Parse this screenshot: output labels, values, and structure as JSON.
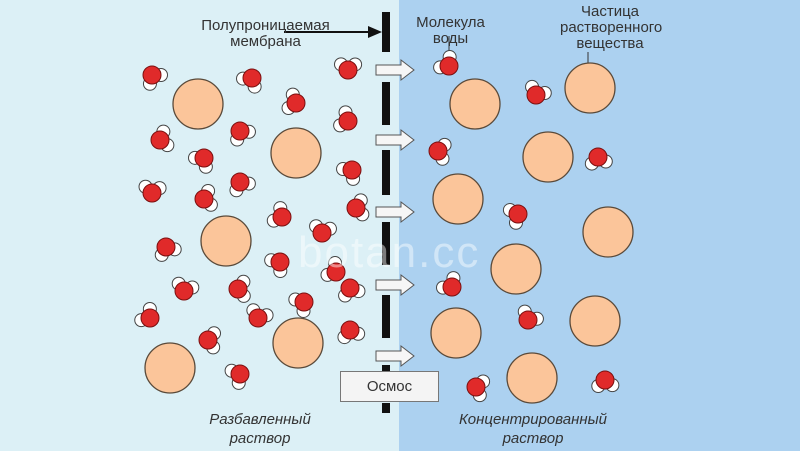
{
  "labels": {
    "membrane": "Полупроницаемая мембрана",
    "water_molecule": "Молекула воды",
    "solute_particle": "Частица растворенного вещества",
    "dilute_solution": "Разбавленный раствор",
    "concentrated_solution": "Концентрированный раствор",
    "osmosis": "Осмос"
  },
  "watermark": "botan.cc",
  "colors": {
    "dilute_bg": "#dcf0f6",
    "concentrated_bg": "#acd1f0",
    "solute": "#fbc59a",
    "oxygen": "#e02a2a",
    "hydrogen": "#ffffff",
    "membrane": "#111111"
  }
}
